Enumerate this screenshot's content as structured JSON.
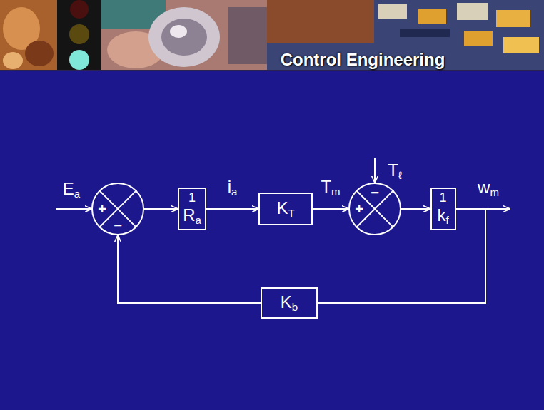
{
  "diagram": {
    "nodes": [
      {
        "text": [
          "+",
          "−"
        ]
      },
      {
        "text": [
          "1",
          "Ra"
        ]
      },
      {
        "text": [
          "KT"
        ]
      },
      {
        "text": [
          "−",
          "+"
        ]
      },
      {
        "text": [
          "1",
          "kf"
        ]
      },
      {
        "text": [
          "Kb"
        ]
      }
    ],
    "edges": [
      {
        "from": 0,
        "to": 1,
        "arrow": "to"
      },
      {
        "from": 1,
        "to": 2,
        "arrow": "to",
        "label": "ia"
      },
      {
        "from": 2,
        "to": 3,
        "arrow": "to",
        "label": "Tm"
      },
      {
        "from": 3,
        "to": 4,
        "arrow": "to"
      },
      {
        "from": 4,
        "to": 5,
        "arrow": "none"
      },
      {
        "from": 5,
        "to": 0,
        "arrow": "to"
      }
    ],
    "labels": [
      "Control Engineering",
      "Ea",
      "Tℓ",
      "wm"
    ]
  }
}
